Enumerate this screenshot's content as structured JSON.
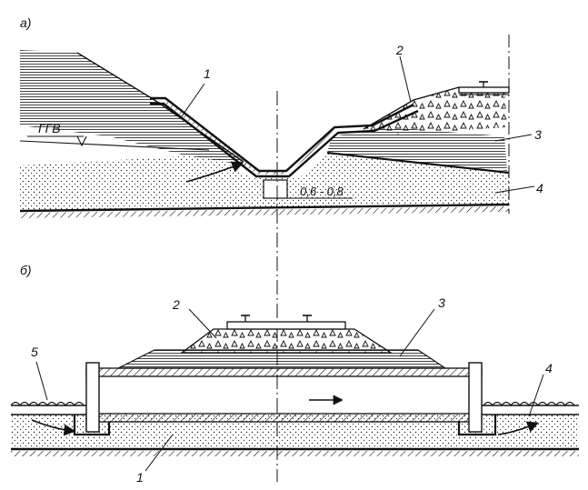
{
  "panel_a": {
    "label": "а)",
    "callouts": [
      "1",
      "2",
      "3",
      "4"
    ],
    "water_level_label": "ГГВ",
    "dimension_label": "0,6 - 0,8"
  },
  "panel_b": {
    "label": "б)",
    "callouts": [
      "1",
      "2",
      "3",
      "4",
      "5"
    ]
  },
  "colors": {
    "ink": "#111111",
    "paper": "#ffffff"
  }
}
